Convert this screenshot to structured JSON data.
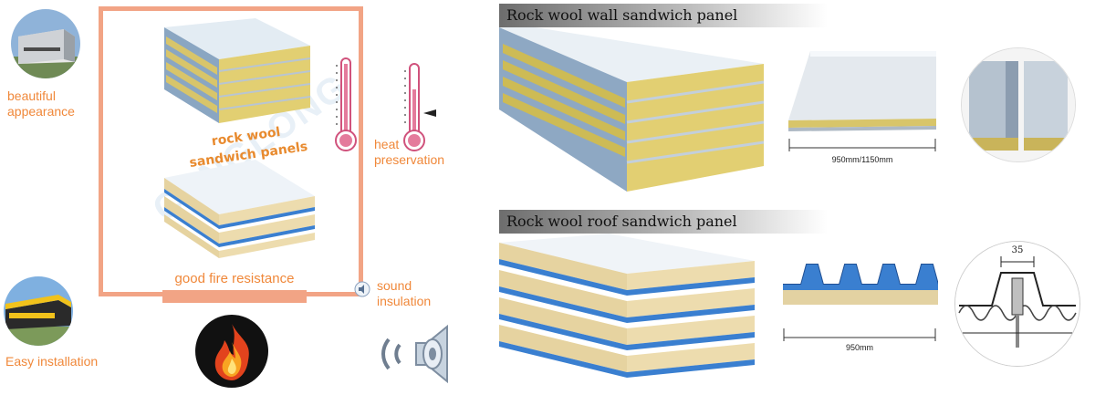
{
  "features": {
    "appearance_label": "beautiful appearance",
    "installation_label": "Easy installation",
    "heat_label": "heat preservation",
    "sound_label": "sound insulation",
    "fire_label": "good fire resistance",
    "product_label": "rock wool sandwich panels"
  },
  "wall_panel": {
    "title": "Rock wool wall sandwich panel",
    "width_label": "950mm/1150mm"
  },
  "roof_panel": {
    "title": "Rock wool roof sandwich panel",
    "width_label": "950mm",
    "rib_label": "35"
  },
  "colors": {
    "accent_orange": "#f0883a",
    "frame_orange": "#f2a485",
    "panel_blue": "#2f6fc2",
    "rockwool_yellow": "#d8c56a"
  }
}
